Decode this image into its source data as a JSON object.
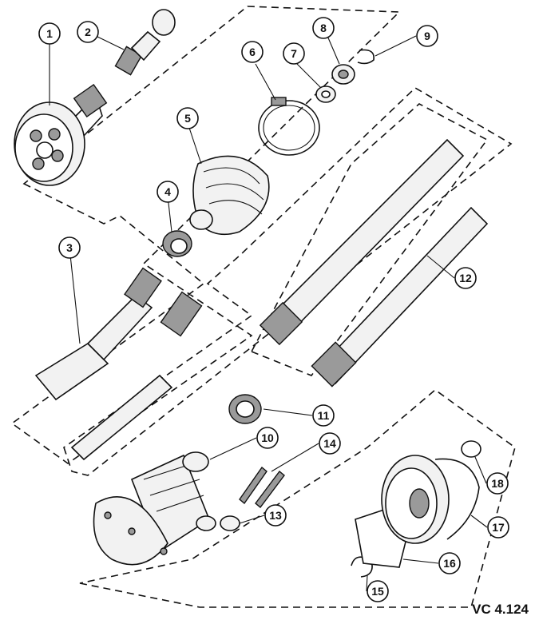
{
  "reference_code": "VC 4.124",
  "callouts": [
    "1",
    "2",
    "3",
    "4",
    "5",
    "6",
    "7",
    "8",
    "9",
    "10",
    "11",
    "12",
    "13",
    "14",
    "15",
    "16",
    "17",
    "18"
  ]
}
